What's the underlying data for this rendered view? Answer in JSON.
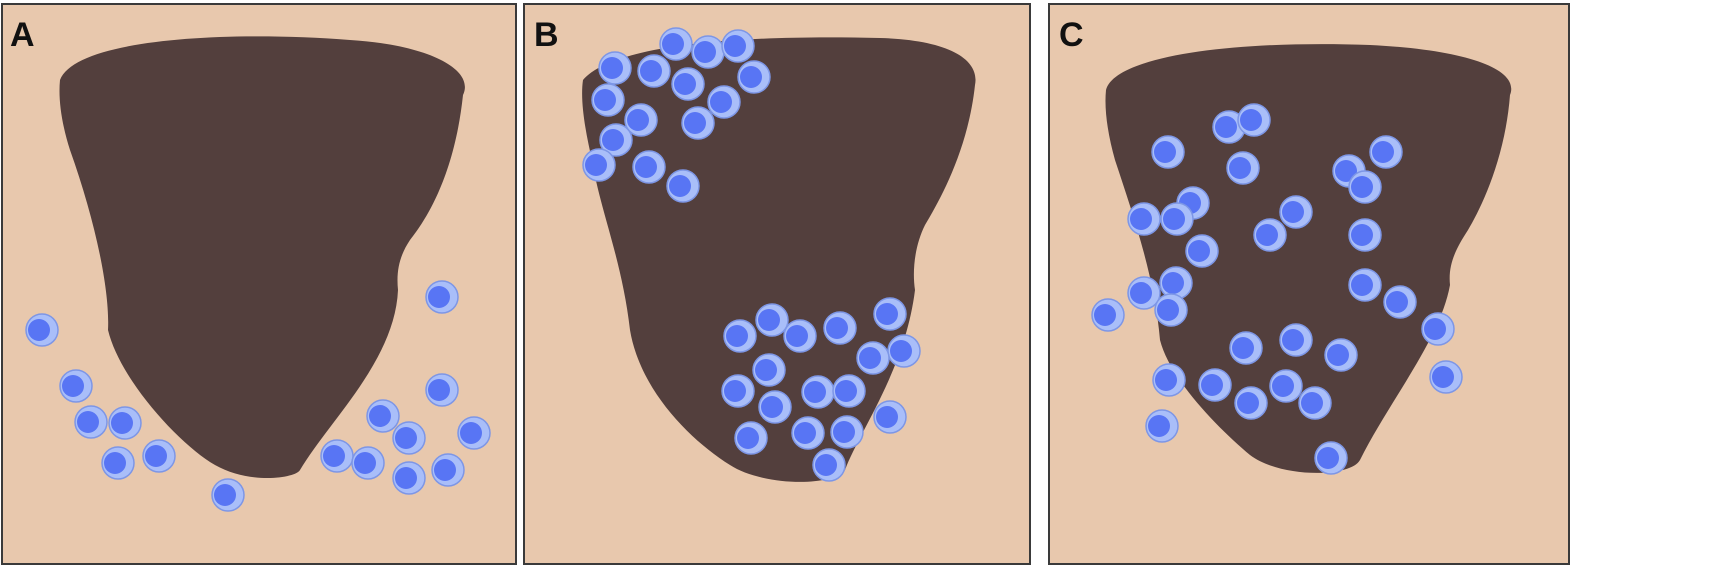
{
  "colors": {
    "background": "#e8c8ad",
    "tissue": "#533f3d",
    "cell_outer": "#a9bef9",
    "cell_inner": "#5875f4",
    "cell_stroke": "#7d96e6",
    "frame": "#3a3a3a"
  },
  "panels": [
    {
      "label": "A",
      "cells": [
        [
          42,
          330
        ],
        [
          442,
          297
        ],
        [
          76,
          386
        ],
        [
          442,
          390
        ],
        [
          91,
          422
        ],
        [
          125,
          423
        ],
        [
          383,
          416
        ],
        [
          409,
          438
        ],
        [
          474,
          433
        ],
        [
          118,
          463
        ],
        [
          159,
          456
        ],
        [
          337,
          456
        ],
        [
          368,
          463
        ],
        [
          409,
          478
        ],
        [
          448,
          470
        ],
        [
          228,
          495
        ]
      ]
    },
    {
      "label": "B",
      "cells": [
        [
          676,
          44
        ],
        [
          708,
          52
        ],
        [
          738,
          46
        ],
        [
          615,
          68
        ],
        [
          654,
          71
        ],
        [
          688,
          84
        ],
        [
          754,
          77
        ],
        [
          608,
          100
        ],
        [
          641,
          120
        ],
        [
          698,
          123
        ],
        [
          724,
          102
        ],
        [
          616,
          140
        ],
        [
          599,
          165
        ],
        [
          649,
          167
        ],
        [
          683,
          186
        ],
        [
          890,
          314
        ],
        [
          740,
          336
        ],
        [
          772,
          320
        ],
        [
          800,
          336
        ],
        [
          840,
          328
        ],
        [
          904,
          351
        ],
        [
          873,
          358
        ],
        [
          769,
          370
        ],
        [
          738,
          391
        ],
        [
          818,
          392
        ],
        [
          849,
          391
        ],
        [
          775,
          407
        ],
        [
          890,
          417
        ],
        [
          751,
          438
        ],
        [
          808,
          433
        ],
        [
          847,
          432
        ],
        [
          829,
          465
        ]
      ]
    },
    {
      "label": "C",
      "cells": [
        [
          1229,
          127
        ],
        [
          1254,
          120
        ],
        [
          1168,
          152
        ],
        [
          1243,
          168
        ],
        [
          1386,
          152
        ],
        [
          1349,
          171
        ],
        [
          1365,
          187
        ],
        [
          1193,
          203
        ],
        [
          1144,
          219
        ],
        [
          1177,
          219
        ],
        [
          1296,
          212
        ],
        [
          1270,
          235
        ],
        [
          1365,
          235
        ],
        [
          1202,
          251
        ],
        [
          1176,
          283
        ],
        [
          1144,
          293
        ],
        [
          1171,
          310
        ],
        [
          1108,
          315
        ],
        [
          1365,
          285
        ],
        [
          1400,
          302
        ],
        [
          1438,
          329
        ],
        [
          1246,
          348
        ],
        [
          1296,
          340
        ],
        [
          1341,
          355
        ],
        [
          1169,
          380
        ],
        [
          1215,
          385
        ],
        [
          1286,
          386
        ],
        [
          1251,
          403
        ],
        [
          1315,
          403
        ],
        [
          1446,
          377
        ],
        [
          1162,
          426
        ],
        [
          1331,
          458
        ]
      ]
    }
  ]
}
